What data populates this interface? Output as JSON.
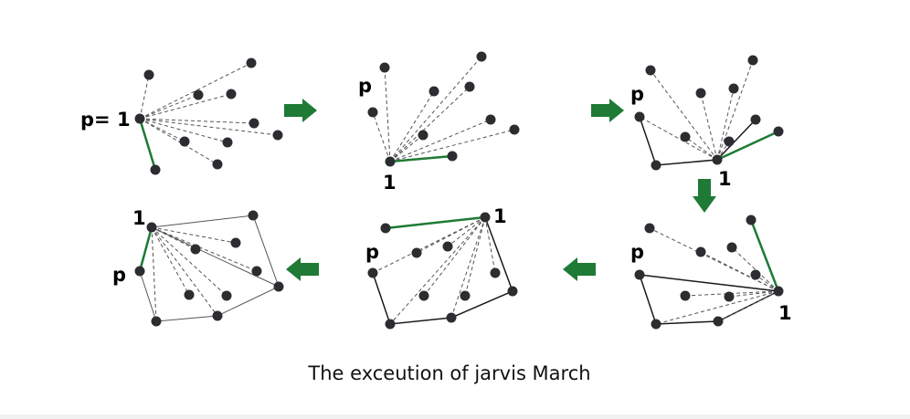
{
  "caption": "The exceution of jarvis March",
  "labels": {
    "p_eq_1": "p= 1",
    "p": "p",
    "one": "1"
  },
  "colors": {
    "green": "#1e7a35",
    "point": "#2b2d30"
  }
}
